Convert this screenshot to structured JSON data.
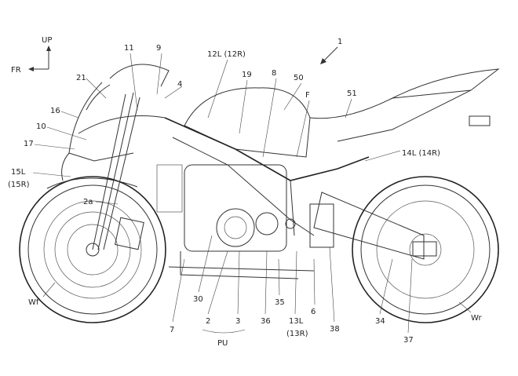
{
  "figure": {
    "direction": {
      "up": "UP",
      "front": "FR"
    },
    "labels": {
      "motorcycle": "1",
      "l11": "11",
      "l9": "9",
      "l12": "12L (12R)",
      "l19": "19",
      "l8": "8",
      "l50": "50",
      "lF": "F",
      "l51": "51",
      "l21": "21",
      "l4": "4",
      "l16": "16",
      "l10": "10",
      "l17": "17",
      "l15a": "15L",
      "l15b": "(15R)",
      "l2a": "2a",
      "l14": "14L (14R)",
      "lWf": "Wf",
      "l30": "30",
      "l7": "7",
      "l2": "2",
      "l3": "3",
      "lPU": "PU",
      "l36": "36",
      "l35": "35",
      "l13a": "13L",
      "l13b": "(13R)",
      "l6": "6",
      "l38": "38",
      "l34": "34",
      "l37": "37",
      "lWr": "Wr"
    }
  }
}
